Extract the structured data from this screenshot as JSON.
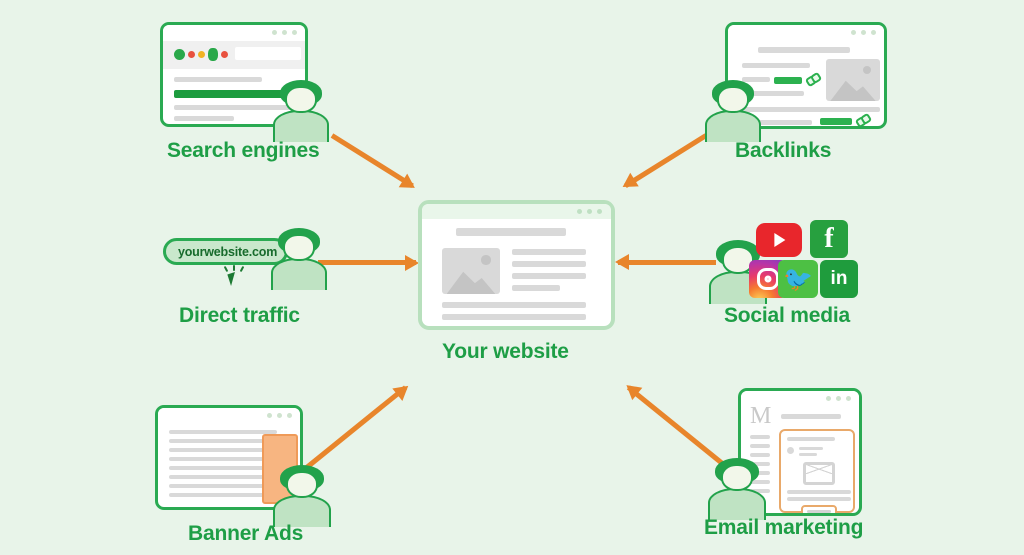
{
  "page": {
    "background_color": "#e8f4e9",
    "accent_green": "#1e9e46",
    "arrow_color": "#e8852b",
    "title": "Website traffic sources diagram"
  },
  "center": {
    "label": "Your website",
    "icon": "browser-window-icon"
  },
  "nodes": [
    {
      "id": "search-engines",
      "label": "Search engines",
      "icon": "search-results-browser-icon",
      "logo_dot_colors": [
        "#2aa84a",
        "#e8513f",
        "#f0b323",
        "#2aa84a",
        "#e8513f"
      ]
    },
    {
      "id": "backlinks",
      "label": "Backlinks",
      "icon": "backlinks-browser-icon"
    },
    {
      "id": "direct-traffic",
      "label": "Direct traffic",
      "icon": "address-bar-icon",
      "address_value": "yourwebsite.com"
    },
    {
      "id": "social-media",
      "label": "Social media",
      "icon": "social-icons-group",
      "platforms": [
        {
          "name": "youtube",
          "glyph": "▶",
          "color": "#e8262c"
        },
        {
          "name": "facebook",
          "glyph": "f",
          "color": "#27a03f"
        },
        {
          "name": "instagram",
          "glyph": "",
          "color": "#b935a6"
        },
        {
          "name": "twitter",
          "glyph": "🐦",
          "color": "#4dc044"
        },
        {
          "name": "linkedin",
          "glyph": "in",
          "color": "#1f9c3d"
        }
      ]
    },
    {
      "id": "banner-ads",
      "label": "Banner Ads",
      "icon": "banner-ad-browser-icon",
      "banner_color": "#f7b581"
    },
    {
      "id": "email-marketing",
      "label": "Email marketing",
      "icon": "email-client-icon",
      "mail_logo": "M"
    }
  ],
  "arrows": [
    {
      "from": "search-engines",
      "to": "center",
      "direction": "down-right"
    },
    {
      "from": "backlinks",
      "to": "center",
      "direction": "down-left"
    },
    {
      "from": "direct-traffic",
      "to": "center",
      "direction": "right"
    },
    {
      "from": "social-media",
      "to": "center",
      "direction": "left"
    },
    {
      "from": "banner-ads",
      "to": "center",
      "direction": "up-right"
    },
    {
      "from": "email-marketing",
      "to": "center",
      "direction": "up-left"
    }
  ]
}
